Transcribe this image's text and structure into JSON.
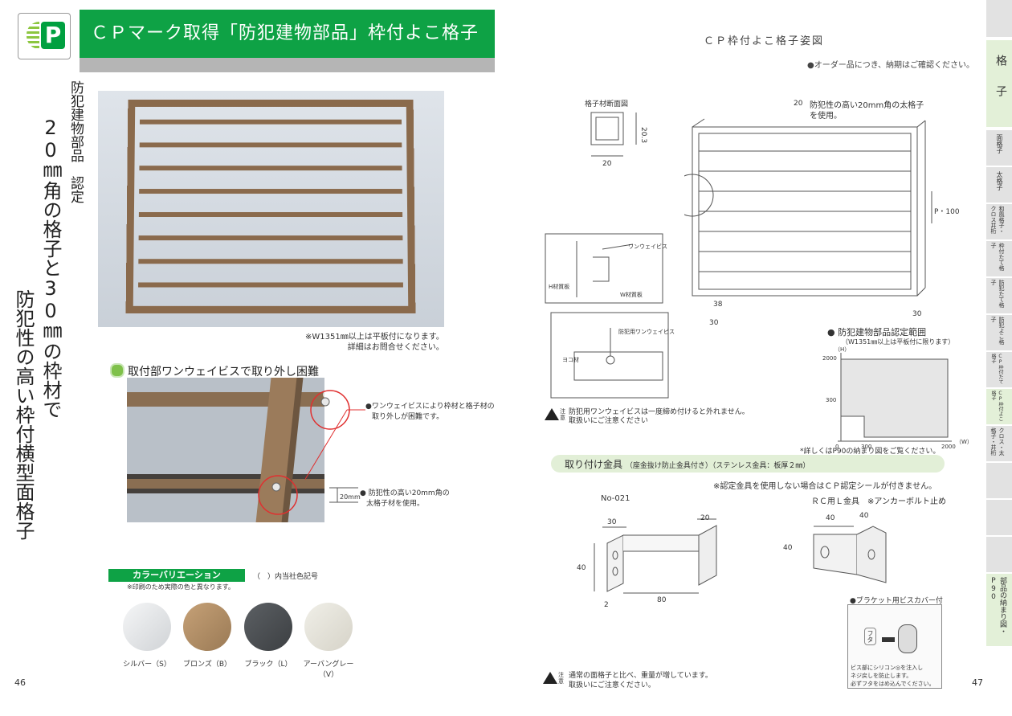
{
  "left_page": {
    "logo_letter": "P",
    "title": "ＣＰマーク取得「防犯建物部品」枠付よこ格子",
    "vertical_lines": [
      "防犯建物部品　認定",
      "20㎜角の格子と30㎜の枠材で",
      "防犯性の高い枠付横型面格子"
    ],
    "photo_note": [
      "※W1351㎜以上は平板付になります。",
      "詳細はお問合せください。"
    ],
    "section_heading": "取付部ワンウェイビスで取り外し困難",
    "callout_1": [
      "●ワンウェイビスにより枠材と格子材の",
      "取り外しが困難です。"
    ],
    "callout_2": [
      "● 防犯性の高い20mm角の",
      "太格子材を使用。"
    ],
    "dimension_20mm": "20mm",
    "color_variation_label": "カラーバリエーション",
    "color_variation_note": "（　）内当社色記号",
    "color_print_note": "※印刷のため実際の色と異なります。",
    "colors": [
      {
        "name": "シルバー（S）",
        "hex": "#e8eaec"
      },
      {
        "name": "ブロンズ（B）",
        "hex": "#b08d63"
      },
      {
        "name": "ブラック（L）",
        "hex": "#4a4d50"
      },
      {
        "name": "アーバングレー（V）",
        "hex": "#e4e2da"
      }
    ],
    "page_number": "46"
  },
  "right_page": {
    "diagram_title": "ＣＰ枠付よこ格子姿図",
    "order_note": "●オーダー品につき、納期はご確認ください。",
    "section_label": "格子材断面図",
    "dim_20_3": "20.3",
    "dim_20": "20",
    "top_note": [
      "防犯性の高い20mm角の太格子",
      "を使用。"
    ],
    "dim_20mm_top": "20",
    "pitch_label": "P・100",
    "dim_38": "38",
    "dim_30_a": "30",
    "dim_30_b": "30",
    "oneway_screw": "ワンウェイビス",
    "h_frame": "H材質板",
    "w_frame": "W材質板",
    "oneway_screw_2": "防犯用ワンウェイビス",
    "yokozai": "ヨコ材",
    "caution_1": [
      "防犯用ワンウェイビスは一度締め付けると外れません。",
      "取扱いにご注意ください"
    ],
    "range_title": "● 防犯建物部品認定範囲",
    "range_sub": "（W1351㎜以上は平板付に限ります）",
    "range_h": "（H）",
    "range_w": "（W）",
    "range_2000_h": "2000",
    "range_300_h": "300",
    "range_0": "0",
    "range_300_w": "300",
    "range_2000_w": "2000",
    "p90_note": "*詳しくはP90の納まり図をご覧ください。",
    "fitting_heading": "取り付け金具",
    "fitting_sub": "（座金抜け防止金具付き）（ステンレス金具：板厚２㎜）",
    "cp_note": "※認定金具を使用しない場合はＣＰ認定シールが付きません。",
    "no021": "No-021",
    "rc_label": "ＲＣ用Ｌ金具　※アンカーボルト止め",
    "dim_30_b1": "30",
    "dim_20_b1": "20",
    "dim_40_b1": "40",
    "dim_80_b1": "80",
    "dim_2_b1": "2",
    "dim_40_b2a": "40",
    "dim_40_b2b": "40",
    "dim_40_b2c": "40",
    "bracket_cover": "●ブラケット用ビスカバー付",
    "futa": "フタ",
    "cover_note": [
      "ビス部にシリコン◎を注入し",
      "ネジ戻しを防止します。",
      "必ずフタをはめ込んでください。"
    ],
    "caution_2": [
      "通常の面格子と比べ、重量が増しています。",
      "取扱いにご注意ください。"
    ],
    "caution_mark": "注意",
    "page_number": "47"
  },
  "side_index": {
    "main": "格子",
    "items": [
      "面格子",
      "太格子",
      "和風格子・クロス井桁",
      "枠付たて格子",
      "防犯たて格子",
      "防犯よこ格子",
      "CP枠付たて格子",
      "CP枠付よこ格子",
      "クロス・太格子・井桁",
      "部品の納まり図・P90"
    ]
  }
}
